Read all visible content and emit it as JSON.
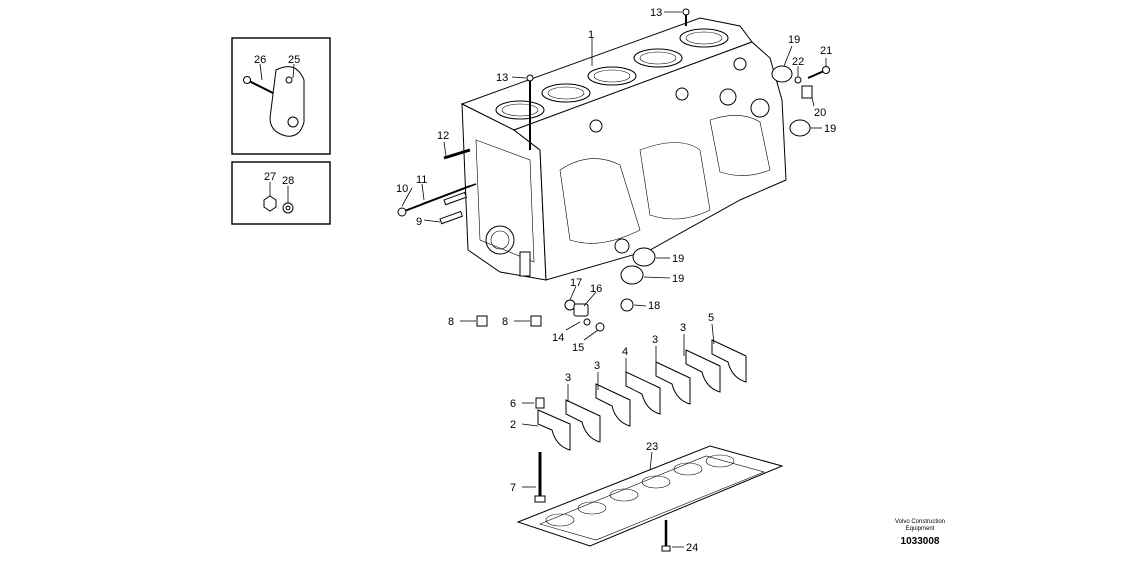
{
  "callouts": {
    "c1": "1",
    "c2": "2",
    "c3a": "3",
    "c3b": "3",
    "c3c": "3",
    "c3d": "3",
    "c4": "4",
    "c5": "5",
    "c6": "6",
    "c7": "7",
    "c8a": "8",
    "c8b": "8",
    "c9": "9",
    "c10": "10",
    "c11": "11",
    "c12": "12",
    "c13a": "13",
    "c13b": "13",
    "c14": "14",
    "c15": "15",
    "c16": "16",
    "c17": "17",
    "c18": "18",
    "c19a": "19",
    "c19b": "19",
    "c19c": "19",
    "c19d": "19",
    "c20": "20",
    "c21": "21",
    "c22": "22",
    "c23": "23",
    "c24": "24",
    "c25": "25",
    "c26": "26",
    "c27": "27",
    "c28": "28"
  },
  "footer": {
    "credit_line1": "Volvo Construction",
    "credit_line2": "Equipment",
    "figure_id": "1033008"
  }
}
